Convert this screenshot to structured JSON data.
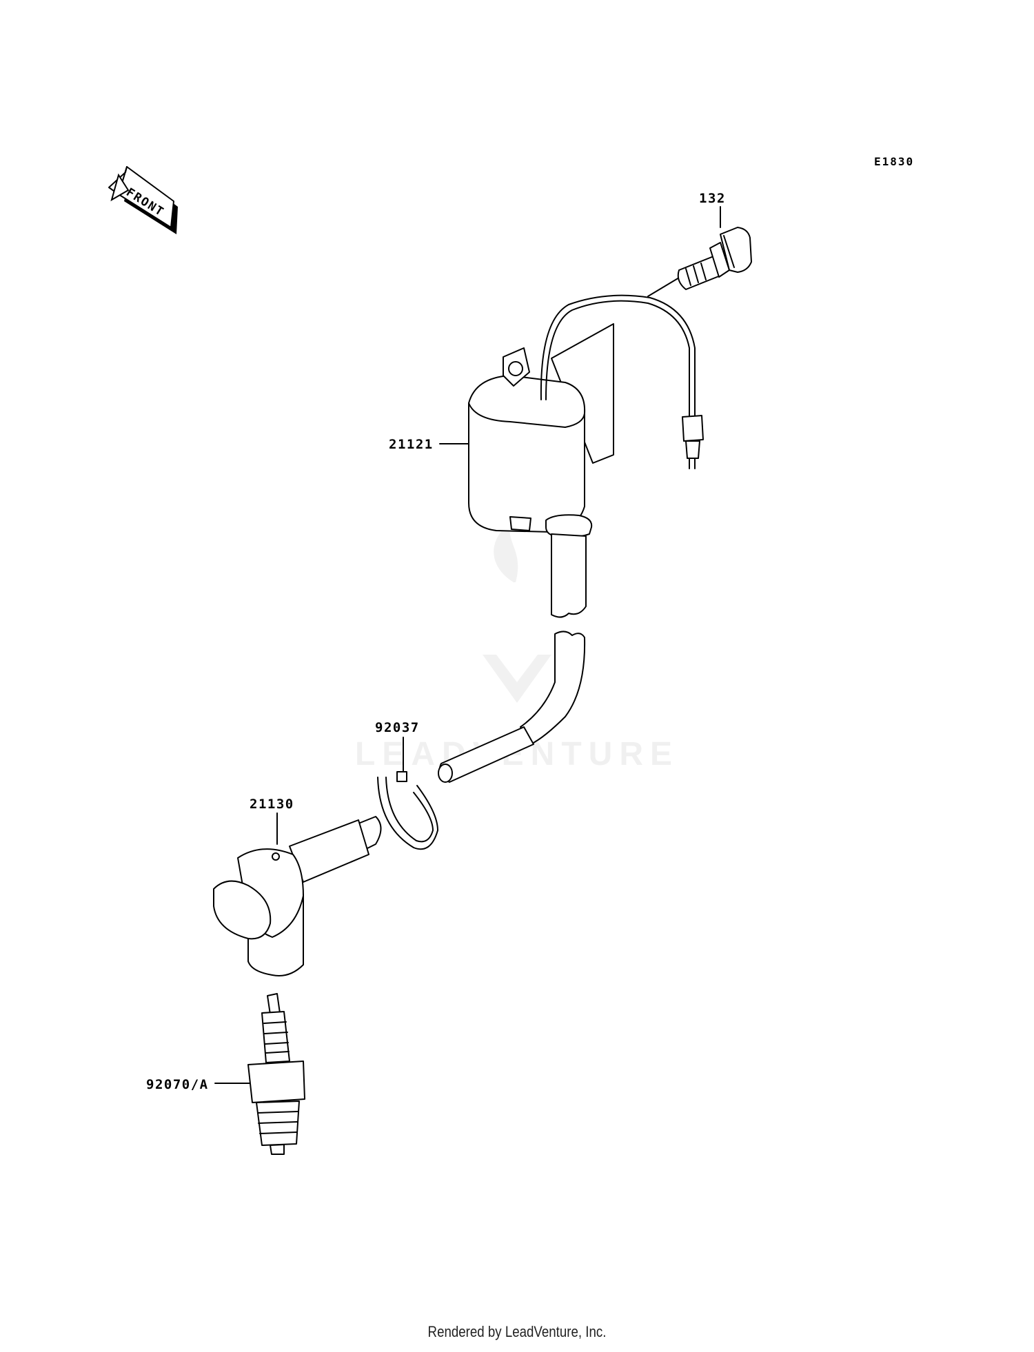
{
  "diagram_code": "E1830",
  "front_label": "FRONT",
  "watermark": "LEADVENTURE",
  "footer": "Rendered by LeadVenture, Inc.",
  "parts": [
    {
      "id": "132",
      "name": "bolt-icon"
    },
    {
      "id": "21121",
      "name": "ignition-coil-icon"
    },
    {
      "id": "92037",
      "name": "clamp-icon"
    },
    {
      "id": "21130",
      "name": "spark-plug-cap-icon"
    },
    {
      "id": "92070/A",
      "name": "spark-plug-icon"
    }
  ]
}
